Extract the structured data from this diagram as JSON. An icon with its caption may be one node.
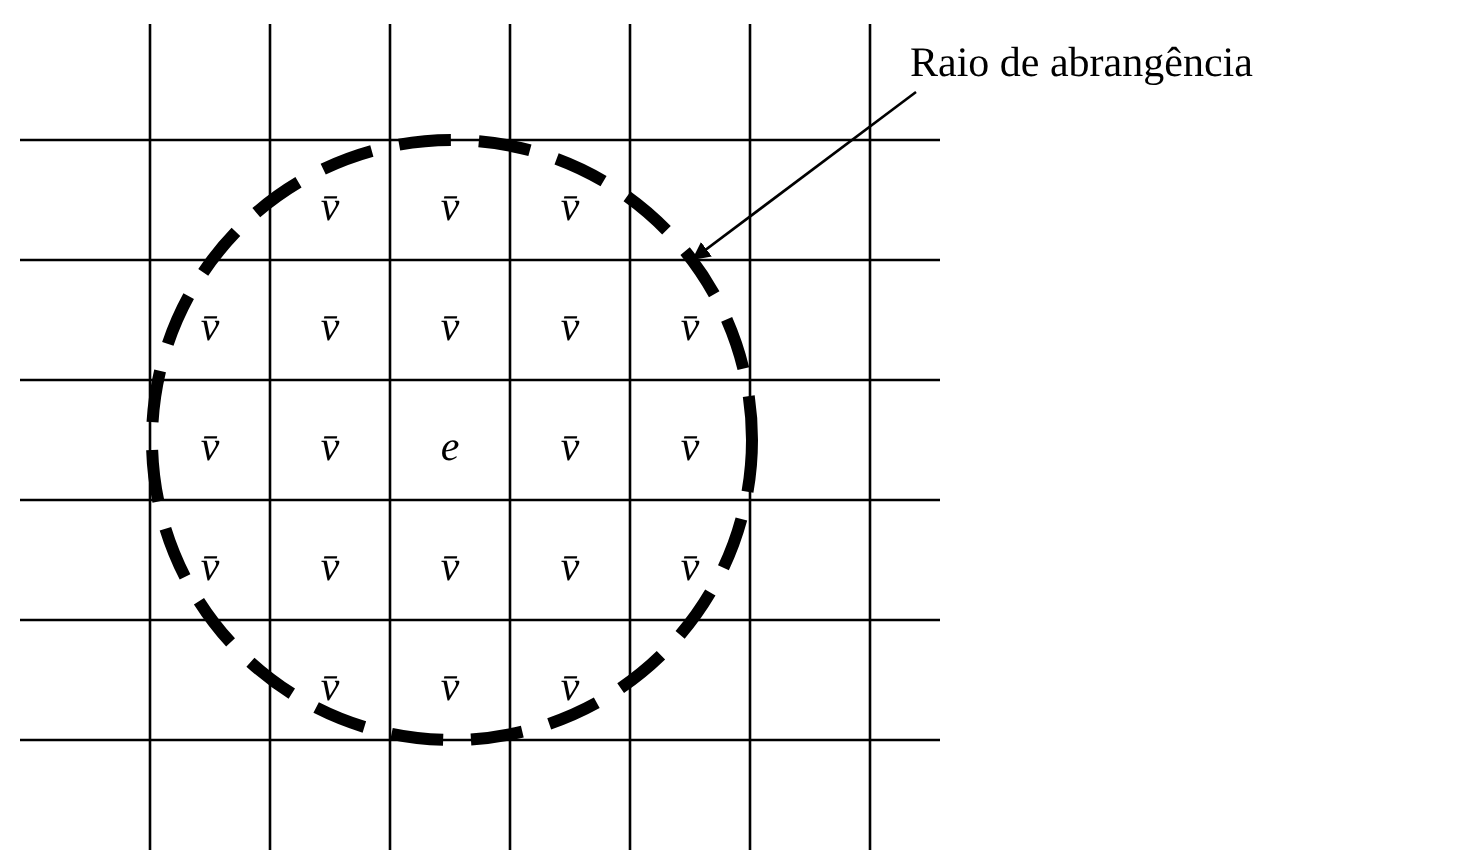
{
  "diagram": {
    "nodes": [
      {
        "text": [
          "Raio de abrangência"
        ]
      },
      {
        "text": [],
        "shape": "circle"
      }
    ],
    "edges": [
      {
        "from": 0,
        "to": 1,
        "arrow": "to"
      }
    ],
    "labels": [
      "v̄",
      "v̄",
      "v̄",
      "v̄",
      "v̄",
      "v̄",
      "v̄",
      "v̄",
      "v̄",
      "v̄",
      "e",
      "v̄",
      "v̄",
      "v̄",
      "v̄",
      "v̄",
      "v̄",
      "v̄",
      "v̄",
      "v̄",
      "v̄"
    ]
  }
}
